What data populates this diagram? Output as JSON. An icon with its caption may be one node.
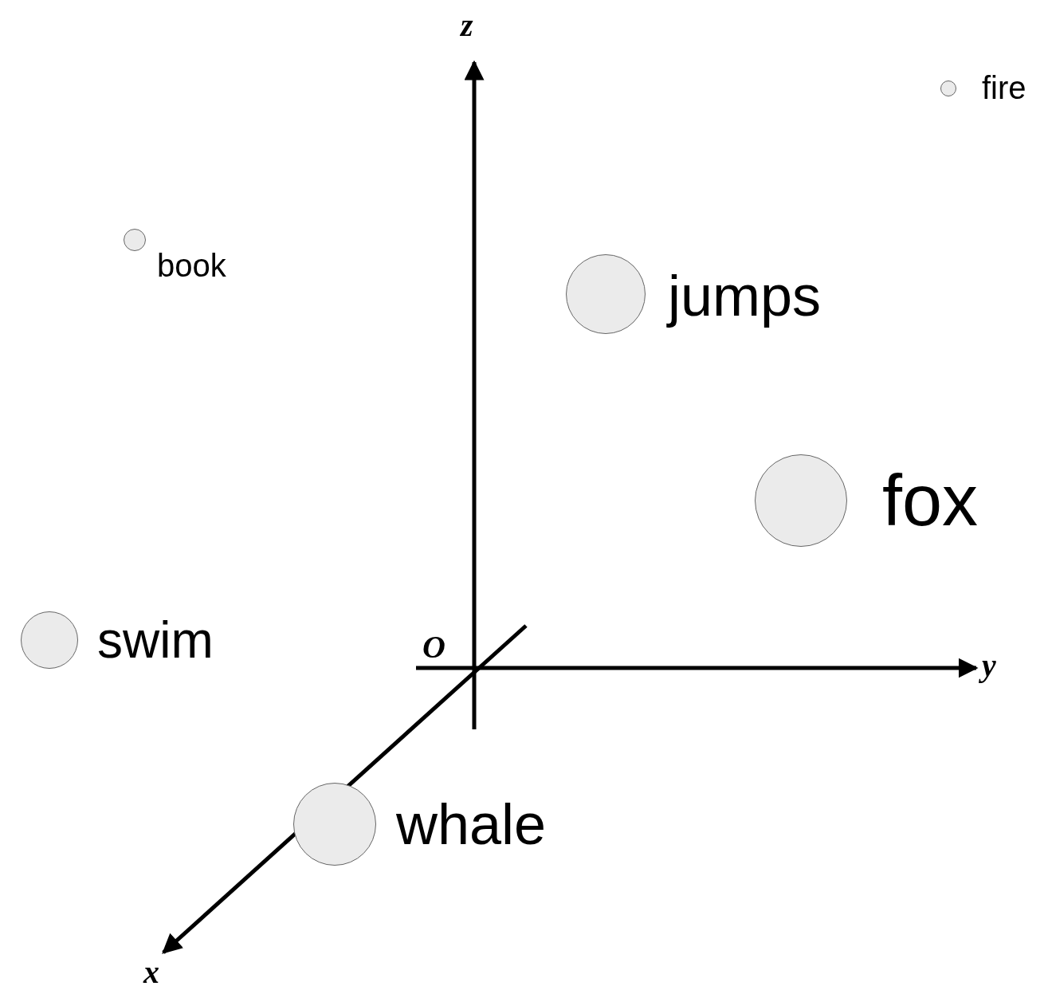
{
  "diagram": {
    "nodes": [
      {
        "text": [],
        "shape": "circle",
        "beside": [
          "fire"
        ]
      },
      {
        "text": [],
        "shape": "circle",
        "beside": [
          "book"
        ]
      },
      {
        "text": [],
        "shape": "circle",
        "beside": [
          "jumps"
        ]
      },
      {
        "text": [],
        "shape": "circle",
        "beside": [
          "fox"
        ]
      },
      {
        "text": [],
        "shape": "circle",
        "beside": [
          "swim"
        ]
      },
      {
        "text": [],
        "shape": "circle",
        "beside": [
          "whale"
        ]
      }
    ],
    "edges": [],
    "labels": [
      "z",
      "O",
      "y",
      "x"
    ]
  }
}
